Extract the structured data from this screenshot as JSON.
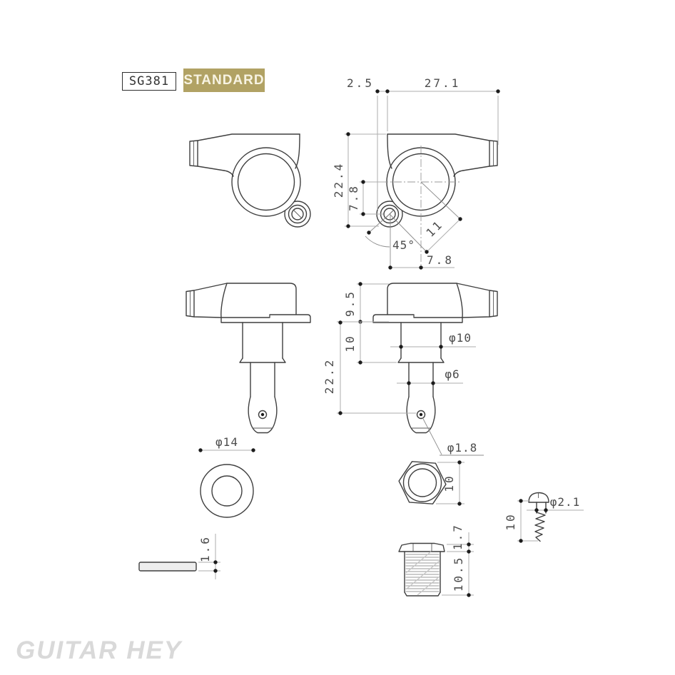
{
  "header": {
    "model": "SG381",
    "badge": "STANDARD"
  },
  "watermark": "GUITAR HEY",
  "dims": {
    "rear_top_offset": "2.5",
    "rear_top_width": "27.1",
    "rear_height": "22.4",
    "rear_screw_drop": "7.8",
    "rear_angle": "45°",
    "rear_screw_diag": "11",
    "rear_screw_offset": "7.8",
    "side_housing_height": "9.5",
    "side_bushing_length": "10",
    "side_total_height": "22.2",
    "post_dia": "φ10",
    "string_post_dia": "φ6",
    "string_hole_dia": "φ1.8",
    "washer_dia": "φ14",
    "washer_thickness": "1.6",
    "nut_across_flats": "10",
    "bushing_head_height": "1.7",
    "bushing_thread_length": "10.5",
    "screw_dia": "φ2.1",
    "screw_length": "10"
  },
  "colors": {
    "badge-bg": "#b1a264",
    "badge-text": "#f7f3e2",
    "part-line": "#3f3f3f",
    "dim-line": "#adadad",
    "dim-text": "#4c4c4c",
    "watermark": "#d9d9d9"
  }
}
